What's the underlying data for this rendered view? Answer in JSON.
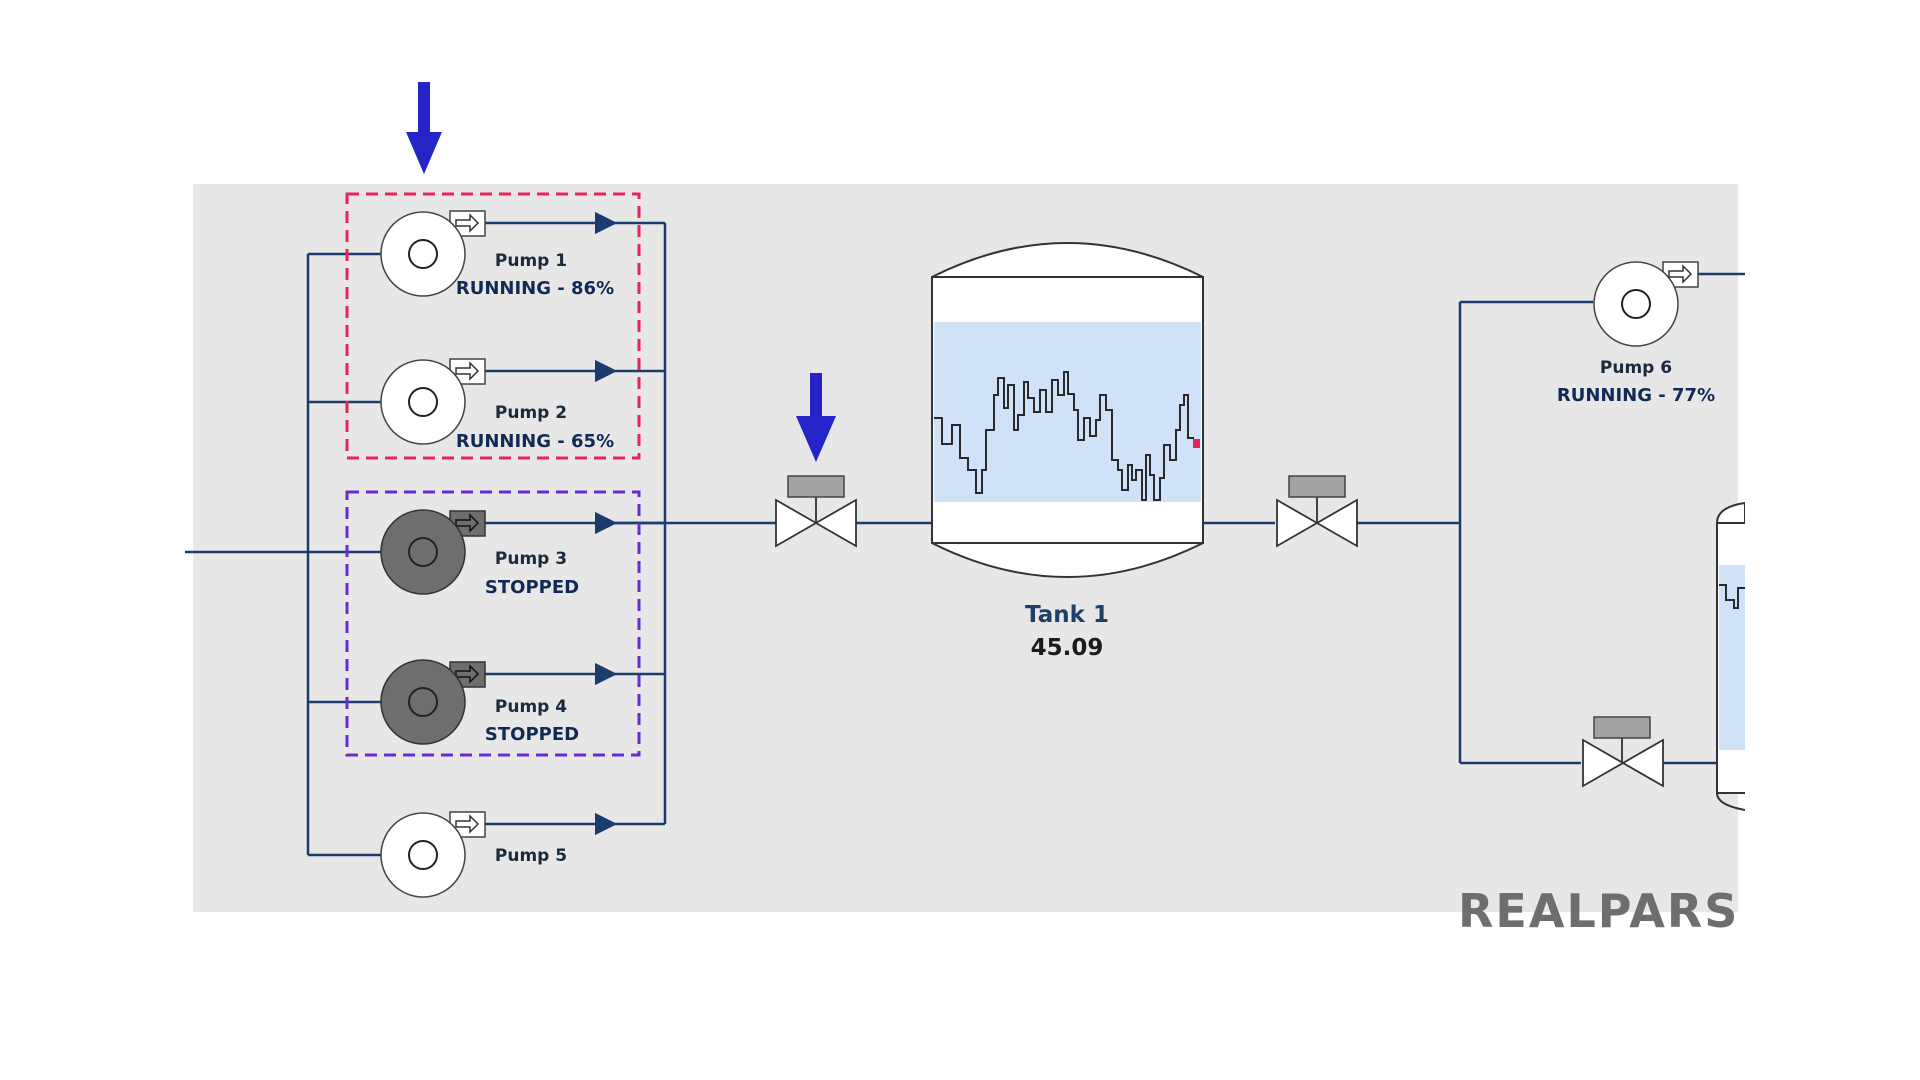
{
  "pumps": [
    {
      "label": "Pump 1",
      "status": "RUNNING - 86%",
      "state": "running"
    },
    {
      "label": "Pump 2",
      "status": "RUNNING - 65%",
      "state": "running"
    },
    {
      "label": "Pump 3",
      "status": "STOPPED",
      "state": "stopped"
    },
    {
      "label": "Pump 4",
      "status": "STOPPED",
      "state": "stopped"
    },
    {
      "label": "Pump 5",
      "status": "",
      "state": "running"
    },
    {
      "label": "Pump 6",
      "status": "RUNNING - 77%",
      "state": "running"
    }
  ],
  "tank": {
    "label": "Tank 1",
    "value": "45.09"
  },
  "logo": {
    "text": "REALPARS"
  },
  "colors": {
    "pipe": "#1b3d6e",
    "panel": "#e7e7e7",
    "running_group_border": "#e8245a",
    "stopped_group_border": "#6a2bd4",
    "callout_arrow": "#2424c8",
    "pump_running_fill": "#ffffff",
    "pump_stopped_fill": "#6e6e6e",
    "tank_trend_bg": "#cfe2f7",
    "trend_marker": "#e8245a"
  }
}
